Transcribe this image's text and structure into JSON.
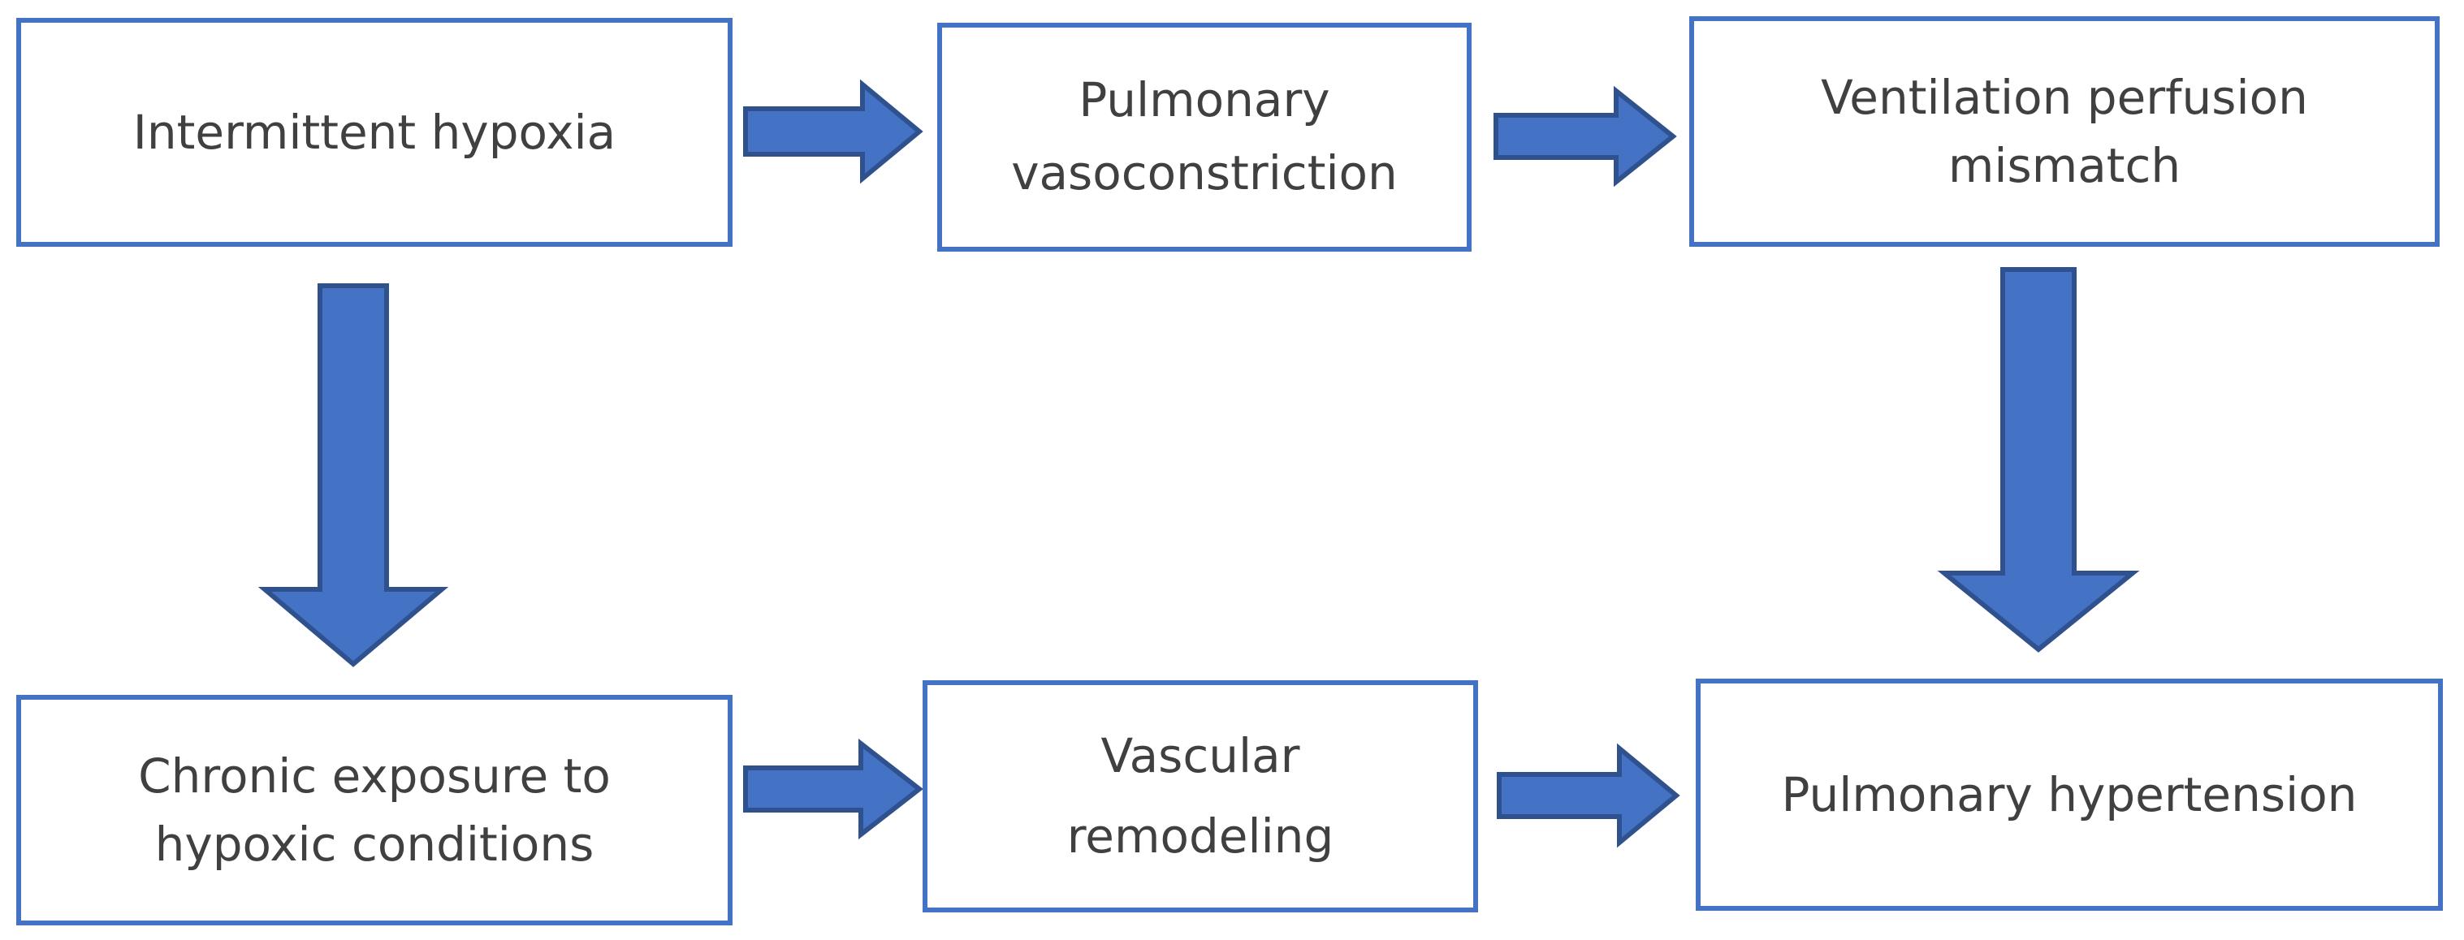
{
  "diagram": {
    "accent_color": "#4472c4",
    "nodes": [
      {
        "id": "n1",
        "label": "Intermittent hypoxia"
      },
      {
        "id": "n2",
        "label": "Pulmonary\nvasoconstriction"
      },
      {
        "id": "n3",
        "label": "Ventilation perfusion\nmismatch"
      },
      {
        "id": "n4",
        "label": "Chronic exposure to\nhypoxic conditions"
      },
      {
        "id": "n5",
        "label": "Vascular\nremodeling"
      },
      {
        "id": "n6",
        "label": "Pulmonary hypertension"
      }
    ],
    "edges": [
      {
        "from": "n1",
        "to": "n2"
      },
      {
        "from": "n2",
        "to": "n3"
      },
      {
        "from": "n3",
        "to": "n6"
      },
      {
        "from": "n1",
        "to": "n4"
      },
      {
        "from": "n4",
        "to": "n5"
      },
      {
        "from": "n5",
        "to": "n6"
      }
    ]
  }
}
